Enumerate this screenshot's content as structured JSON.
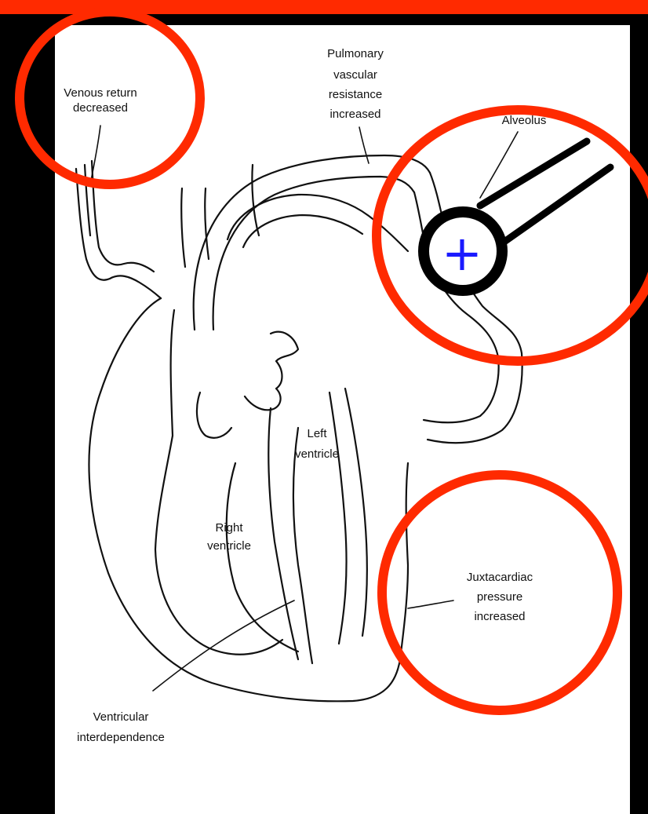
{
  "labels": {
    "venous_return_1": "Venous return",
    "venous_return_2": "decreased",
    "pulmonary_1": "Pulmonary",
    "pulmonary_2": "vascular",
    "pulmonary_3": "resistance",
    "pulmonary_4": "increased",
    "alveolus": "Alveolus",
    "left_ventricle_1": "Left",
    "left_ventricle_2": "ventricle",
    "right_ventricle_1": "Right",
    "right_ventricle_2": "ventricle",
    "juxtacardiac_1": "Juxtacardiac",
    "juxtacardiac_2": "pressure",
    "juxtacardiac_3": "increased",
    "interdependence_1": "Ventricular",
    "interdependence_2": "interdependence"
  },
  "marker_symbol": "+",
  "colors": {
    "highlight_circle": "#ff2a00",
    "marker": "#1a1aff",
    "line_art": "#111111",
    "background": "#000000",
    "panel": "#ffffff"
  }
}
